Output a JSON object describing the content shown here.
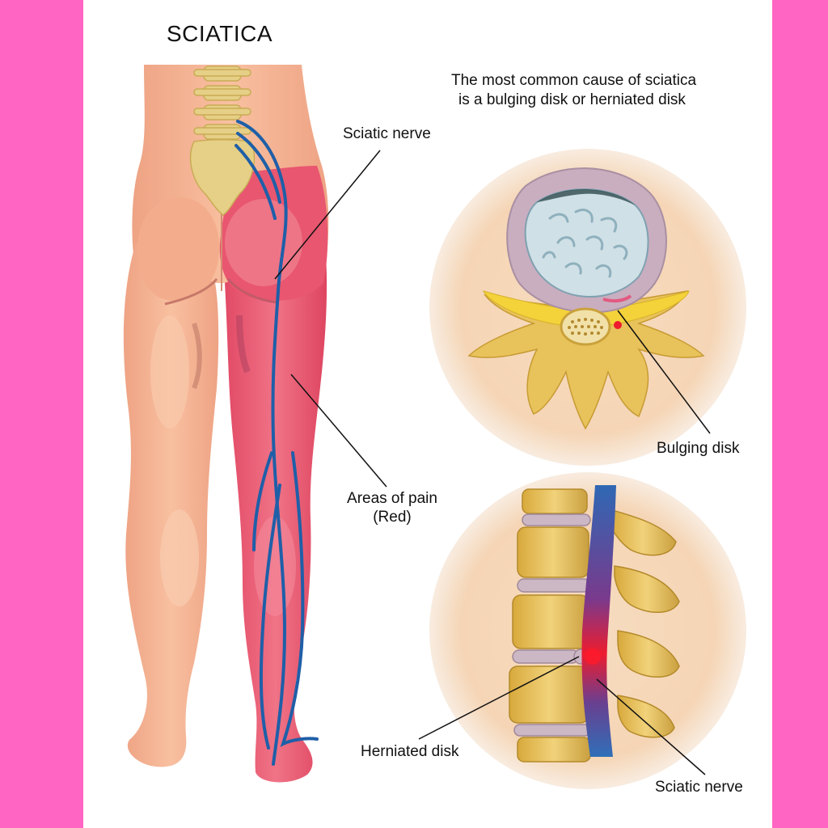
{
  "title": "SCIATICA",
  "intro": {
    "line1": "The most common cause of sciatica",
    "line2": "is a bulging disk or herniated disk"
  },
  "labels": {
    "sciatic_nerve_top": "Sciatic nerve",
    "areas_of_pain_line1": "Areas of pain",
    "areas_of_pain_line2": "(Red)",
    "bulging_disk": "Bulging disk",
    "herniated_disk": "Herniated disk",
    "sciatic_nerve_bottom": "Sciatic nerve"
  },
  "colors": {
    "frame": "#ff66c4",
    "panel": "#ffffff",
    "skin": "#f5b08e",
    "pain": "#e9566f",
    "nerve": "#1f5fa8",
    "bone": "#e8c25a",
    "disk": "#ccb7c4",
    "inset_bg": "#f6dcc0"
  }
}
